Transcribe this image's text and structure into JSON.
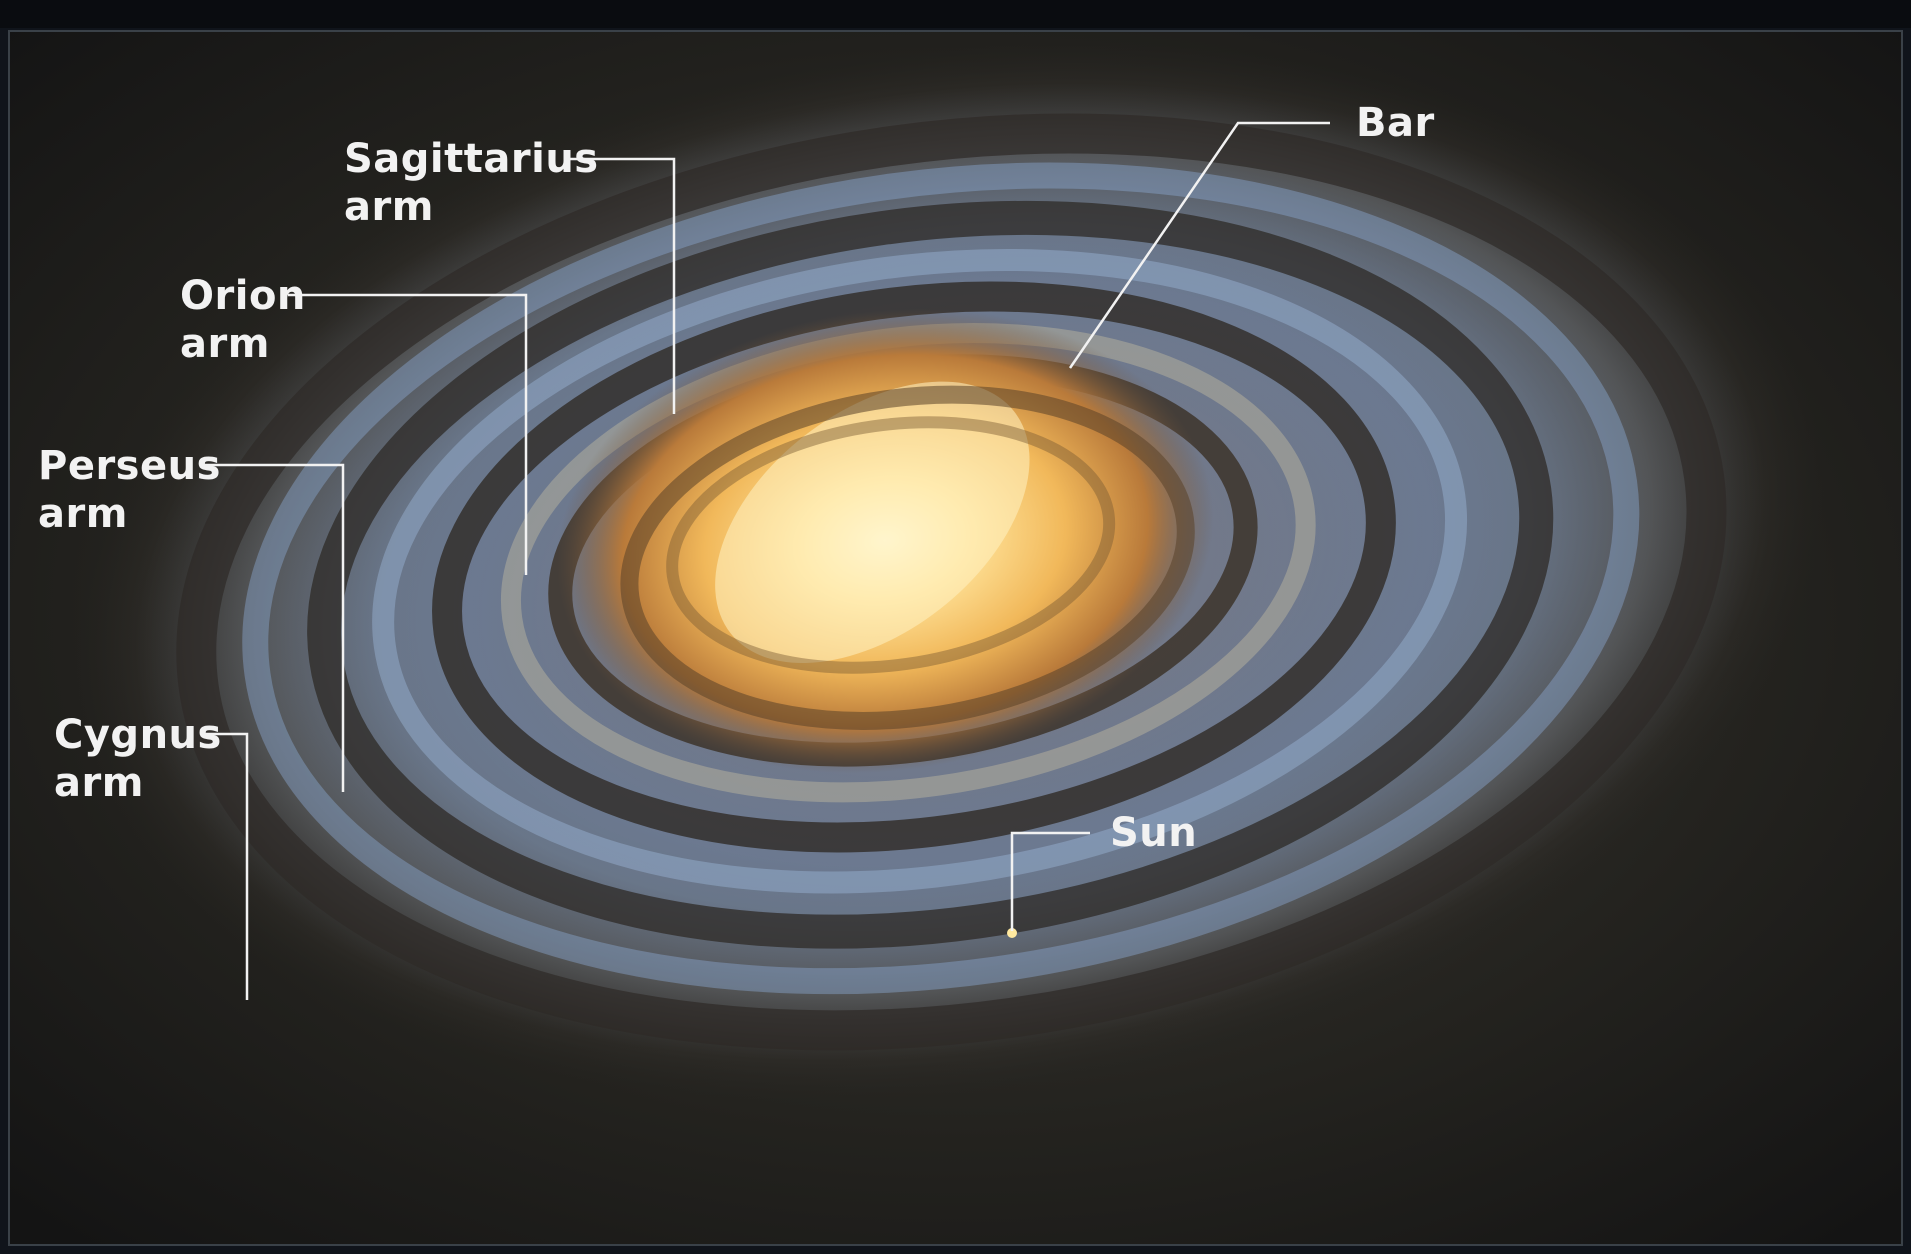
{
  "labels": {
    "sagittarius": {
      "line1": "Sagittarius",
      "line2": "arm"
    },
    "orion": {
      "line1": "Orion",
      "line2": "arm"
    },
    "perseus": {
      "line1": "Perseus",
      "line2": "arm"
    },
    "cygnus": {
      "line1": "Cygnus",
      "line2": "arm"
    },
    "bar": "Bar",
    "sun": "Sun"
  }
}
